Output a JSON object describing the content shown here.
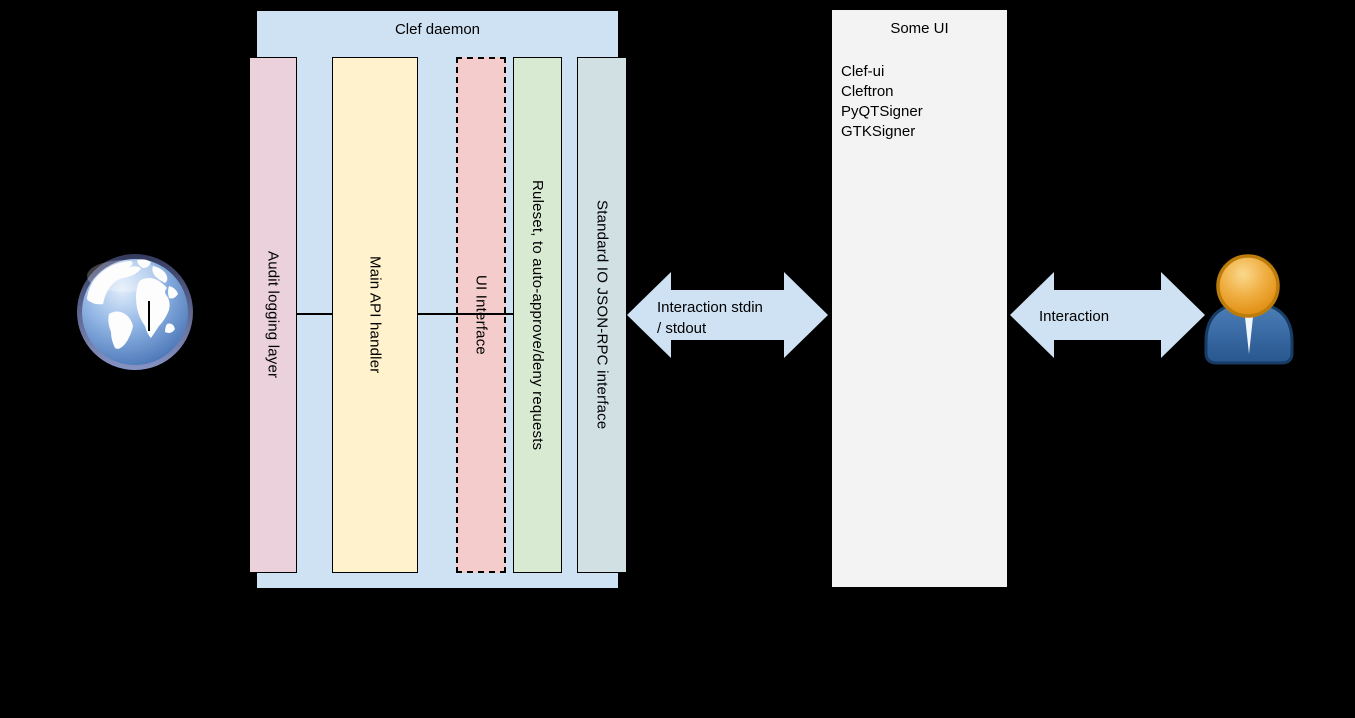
{
  "diagram": {
    "background": "#000000",
    "clef_daemon": {
      "title": "Clef daemon",
      "fill": "#cfe2f3",
      "layers": [
        {
          "label": "Audit logging layer",
          "fill": "#ead1dc",
          "border_style": "solid"
        },
        {
          "label": "Main API handler",
          "fill": "#fff2cc",
          "border_style": "solid"
        },
        {
          "label": "UI Interface",
          "fill": "#f4cccc",
          "border_style": "dashed"
        },
        {
          "label": "Ruleset, to auto-approve/deny requests",
          "fill": "#d9ead3",
          "border_style": "solid"
        },
        {
          "label": "Standard IO JSON-RPC interface",
          "fill": "#d0e0e3",
          "border_style": "solid"
        }
      ]
    },
    "some_ui": {
      "title": "Some UI",
      "fill": "#f3f3f3",
      "items": [
        "Clef-ui",
        "Cleftron",
        "PyQTSigner",
        "GTKSigner"
      ]
    },
    "arrows": {
      "fill": "#cfe2f3",
      "daemon_to_ui": {
        "line1": "Interaction stdin",
        "line2": "/ stdout"
      },
      "ui_to_user": {
        "label": "Interaction"
      }
    },
    "icons": {
      "globe": "world-globe (internet / external requests)",
      "user": "person (end user)"
    }
  }
}
